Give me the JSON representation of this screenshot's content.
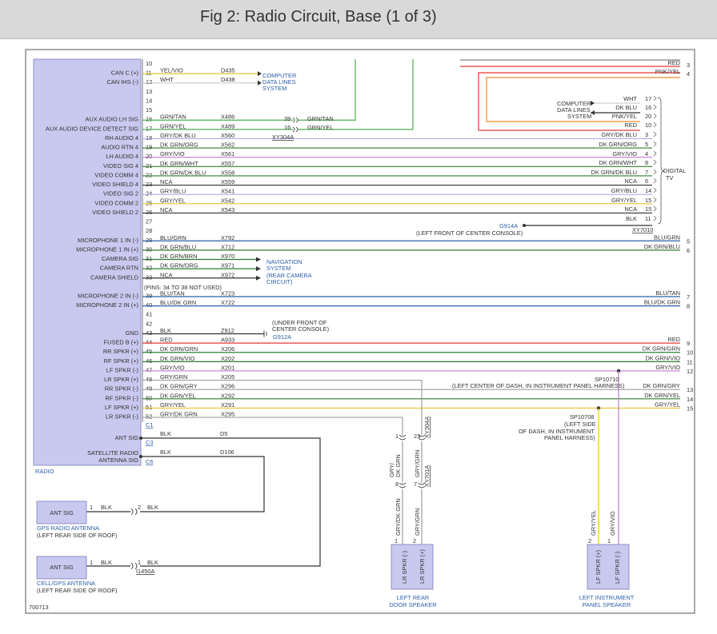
{
  "header": {
    "title": "Fig 2: Radio Circuit, Base (1 of 3)"
  },
  "radio": {
    "label": "RADIO",
    "c1": "C1",
    "c3": "C3",
    "c6": "C6",
    "pins_note": "(PINS: 34 TO 38 NOT USED)",
    "ant_sig_label": "ANT SIG",
    "sat_label_1": "SATELLITE RADIO",
    "sat_label_2": "ANTENNA SIG",
    "ant_wire_color": "BLK",
    "ant_wire_circuit": "D5",
    "sat_wire_color": "BLK",
    "sat_wire_circuit": "D106"
  },
  "rows": [
    {
      "pin": "10",
      "label": "",
      "color": "",
      "circuit": ""
    },
    {
      "pin": "11",
      "label": "CAN C (+)",
      "color": "YEL/VIO",
      "circuit": "D435"
    },
    {
      "pin": "12",
      "label": "CAN IHS (-)",
      "color": "WHT",
      "circuit": "D438"
    },
    {
      "pin": "13",
      "label": "",
      "color": "",
      "circuit": ""
    },
    {
      "pin": "14",
      "label": "",
      "color": "",
      "circuit": ""
    },
    {
      "pin": "15",
      "label": "",
      "color": "",
      "circuit": ""
    },
    {
      "pin": "16",
      "label": "AUX AUDIO LH SIG",
      "color": "GRN/TAN",
      "circuit": "X486"
    },
    {
      "pin": "17",
      "label": "AUX AUDIO DEVICE DETECT SIG",
      "color": "GRN/YEL",
      "circuit": "X489"
    },
    {
      "pin": "18",
      "label": "RH AUDIO 4",
      "color": "GRY/DK BLU",
      "circuit": "X560"
    },
    {
      "pin": "19",
      "label": "AUDIO RTN 4",
      "color": "DK GRN/ORG",
      "circuit": "X562"
    },
    {
      "pin": "20",
      "label": "LH AUDIO 4",
      "color": "GRY/VIO",
      "circuit": "X561"
    },
    {
      "pin": "21",
      "label": "VIDEO SIG 4",
      "color": "DK GRN/WHT",
      "circuit": "X557"
    },
    {
      "pin": "22",
      "label": "VIDEO COMM 4",
      "color": "DK GRN/DK BLU",
      "circuit": "X558"
    },
    {
      "pin": "23",
      "label": "VIDEO SHIELD 4",
      "color": "NCA",
      "circuit": "X559"
    },
    {
      "pin": "24",
      "label": "VIDEO SIG 2",
      "color": "GRY/BLU",
      "circuit": "X541"
    },
    {
      "pin": "25",
      "label": "VIDEO COMM 2",
      "color": "GRY/YEL",
      "circuit": "X542"
    },
    {
      "pin": "26",
      "label": "VIDEO SHIELD 2",
      "color": "NCA",
      "circuit": "X543"
    },
    {
      "pin": "27",
      "label": "",
      "color": "",
      "circuit": ""
    },
    {
      "pin": "28",
      "label": "",
      "color": "",
      "circuit": ""
    },
    {
      "pin": "29",
      "label": "MICROPHONE 1 IN (-)",
      "color": "BLU/GRN",
      "circuit": "X792"
    },
    {
      "pin": "30",
      "label": "MICROPHONE 1 IN (+)",
      "color": "DK GRN/BLU",
      "circuit": "X712"
    },
    {
      "pin": "31",
      "label": "CAMERA SIG",
      "color": "DK GRN/BRN",
      "circuit": "X970"
    },
    {
      "pin": "32",
      "label": "CAMERA RTN",
      "color": "DK GRN/ORG",
      "circuit": "X971"
    },
    {
      "pin": "33",
      "label": "CAMERA SHIELD",
      "color": "NCA",
      "circuit": "X972"
    },
    {
      "pin": "",
      "label": "",
      "color": "",
      "circuit": ""
    },
    {
      "pin": "39",
      "label": "MICROPHONE 2 IN (-)",
      "color": "BLU/TAN",
      "circuit": "X723"
    },
    {
      "pin": "40",
      "label": "MICROPHONE 2 IN (+)",
      "color": "BLU/DK GRN",
      "circuit": "X722"
    },
    {
      "pin": "41",
      "label": "",
      "color": "",
      "circuit": ""
    },
    {
      "pin": "42",
      "label": "",
      "color": "",
      "circuit": ""
    },
    {
      "pin": "43",
      "label": "GND",
      "color": "BLK",
      "circuit": "Z912"
    },
    {
      "pin": "44",
      "label": "FUSED B (+)",
      "color": "RED",
      "circuit": "A933"
    },
    {
      "pin": "45",
      "label": "RR SPKR (+)",
      "color": "DK GRN/GRN",
      "circuit": "X206"
    },
    {
      "pin": "46",
      "label": "RF SPKR (+)",
      "color": "DK GRN/VIO",
      "circuit": "X202"
    },
    {
      "pin": "47",
      "label": "LF SPKR (-)",
      "color": "GRY/VIO",
      "circuit": "X201"
    },
    {
      "pin": "48",
      "label": "LR SPKR (+)",
      "color": "GRY/GRN",
      "circuit": "X205"
    },
    {
      "pin": "49",
      "label": "RR SPKR (-)",
      "color": "DK GRN/GRY",
      "circuit": "X296"
    },
    {
      "pin": "50",
      "label": "RF SPKR (-)",
      "color": "DK GRN/YEL",
      "circuit": "X292"
    },
    {
      "pin": "51",
      "label": "LF SPKR (+)",
      "color": "GRY/YEL",
      "circuit": "X291"
    },
    {
      "pin": "52",
      "label": "LR SPKR (-)",
      "color": "GRY/DK GRN",
      "circuit": "X295"
    }
  ],
  "aux_connector": {
    "pin_a": "39",
    "pin_b": "16",
    "color_a": "GRN/TAN",
    "color_b": "GRN/YEL",
    "ref": "XY304A"
  },
  "computer_data_lines_left": [
    "COMPUTER",
    "DATA LINES",
    "SYSTEM"
  ],
  "navigation": [
    "NAVIGATION",
    "SYSTEM",
    "(REAR CAMERA",
    "CIRCUIT)"
  ],
  "digital_tv": {
    "label_1": "DIGITAL",
    "label_2": "TV",
    "rows": [
      {
        "pin": "17",
        "color": "WHT"
      },
      {
        "pin": "16",
        "color": "DK BLU"
      },
      {
        "pin": "20",
        "color": "PNK/YEL"
      },
      {
        "pin": "10",
        "color": "RED"
      },
      {
        "pin": "3",
        "color": "GRY/DK BLU"
      },
      {
        "pin": "5",
        "color": "DK GRN/ORG"
      },
      {
        "pin": "4",
        "color": "GRY/VIO"
      },
      {
        "pin": "8",
        "color": "DK GRN/WHT"
      },
      {
        "pin": "7",
        "color": "DK GRN/DK BLU"
      },
      {
        "pin": "6",
        "color": "NCA"
      },
      {
        "pin": "14",
        "color": "GRY/BLU"
      },
      {
        "pin": "15",
        "color": "GRY/YEL"
      },
      {
        "pin": "15",
        "color": "NCA"
      },
      {
        "pin": "11",
        "color": "BLK"
      }
    ],
    "computer_lines": [
      "COMPUTER",
      "DATA LINES",
      "SYSTEM"
    ],
    "ref": "XY7010"
  },
  "top_right": {
    "wires": [
      {
        "color": "RED",
        "num": "3"
      },
      {
        "color": "PNK/YEL",
        "num": "4"
      }
    ]
  },
  "right_offpage": [
    {
      "color": "BLU/GRN",
      "num": "5"
    },
    {
      "color": "DK GRN/BLU",
      "num": "6"
    },
    {
      "color": "BLU/TAN",
      "num": "7"
    },
    {
      "color": "BLU/DK GRN",
      "num": "8"
    },
    {
      "color": "RED",
      "num": "9"
    },
    {
      "color": "DK GRN/GRN",
      "num": "10"
    },
    {
      "color": "DK GRN/VIO",
      "num": "11"
    },
    {
      "color": "GRY/VIO",
      "num": "12"
    },
    {
      "color": "DK GRN/GRY",
      "num": "13"
    },
    {
      "color": "DK GRN/YEL",
      "num": "14"
    },
    {
      "color": "GRY/YEL",
      "num": "15"
    }
  ],
  "grounds": {
    "g914": "G914A",
    "g914_note": "(LEFT FRONT OF CENTER CONSOLE)",
    "g912": "G912A",
    "g912_note_1": "(UNDER FRONT OF",
    "g912_note_2": "CENTER CONSOLE)"
  },
  "splices": {
    "sp10710": "SP10710",
    "sp10710_note": "(LEFT CENTER OF DASH, IN INSTRUMENT PANEL HARNESS)",
    "sp10708": "SP10708",
    "sp10708_note_1": "(LEFT SIDE",
    "sp10708_note_2": "OF DASH, IN INSTRUMENT",
    "sp10708_note_3": "PANEL HARNESS)"
  },
  "rear_speaker": {
    "conn_top": "XY304A",
    "conn_bottom": "XY701A",
    "pin_top_left": "1",
    "pin_top_right": "23",
    "pin_bot_left": "8",
    "pin_bot_right": "7",
    "upper_left_color_1": "GRY/",
    "upper_left_color_2": "DK GRN",
    "upper_right_color": "GRY/GRN",
    "lower_left_color": "GRY/DK GRN",
    "lower_right_color": "GRY/GRN",
    "spk_pin_1": "1",
    "spk_pin_2": "2",
    "term_neg": "LR SPKR (-)",
    "term_pos": "LR SPKR (+)",
    "name_1": "LEFT REAR",
    "name_2": "DOOR SPEAKER"
  },
  "ip_speaker": {
    "pin_1": "2",
    "pin_2": "1",
    "color_1": "GRY/YEL",
    "color_2": "GRY/VIO",
    "term_pos": "LF SPKR (+)",
    "term_neg": "LF SPKR (-)",
    "name_1": "LEFT INSTRUMENT",
    "name_2": "PANEL SPEAKER"
  },
  "gps_antenna": {
    "box_label": "ANT SIG",
    "pin": "1",
    "color": "BLK",
    "conn_pin": "2",
    "conn_color": "BLK",
    "name": "GPS RADIO ANTENNA",
    "location": "(LEFT REAR SIDE OF ROOF)"
  },
  "cell_antenna": {
    "box_label": "ANT SIG",
    "pin": "1",
    "color": "BLK",
    "conn_pin": "1",
    "conn_color": "BLK",
    "conn_ref": "I1450A",
    "name": "CELL/GPS ANTENNA",
    "location": "(LEFT REAR SIDE OF ROOF)"
  },
  "figure_id": "700713",
  "colors": {
    "radio_box": "#c9c8ee",
    "yellow": "#e8c32e",
    "green": "#4caf50",
    "dark_green": "#2e7d32",
    "gray": "#9e9e9e",
    "blue": "#2e5eaa",
    "red": "#e53935",
    "violet": "#c07ad8",
    "orange": "#f08a2e",
    "black": "#333333",
    "light_blue": "#aab0e0"
  }
}
